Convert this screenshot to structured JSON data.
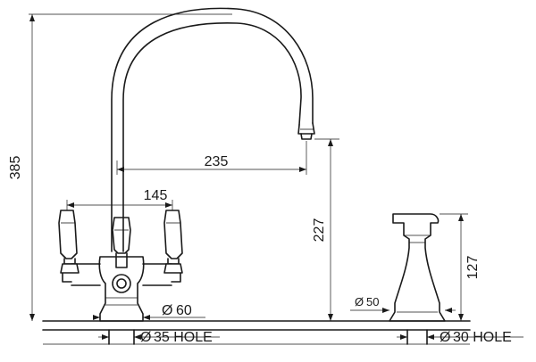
{
  "dimensions": {
    "overall_height": "385",
    "spout_reach": "235",
    "handle_span": "145",
    "spout_height": "227",
    "base_diameter": "60",
    "tap_hole": "35 HOLE",
    "spray_base_diameter": "50",
    "spray_height": "127",
    "spray_hole": "30 HOLE"
  },
  "symbols": {
    "diameter": "Ø"
  },
  "colors": {
    "line": "#1a1a1a",
    "background": "#ffffff"
  }
}
